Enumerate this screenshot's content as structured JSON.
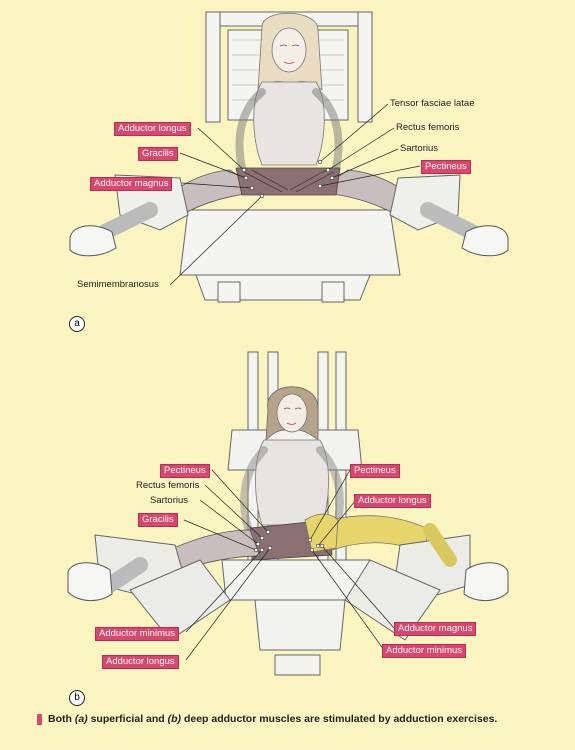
{
  "panel_a": {
    "marker": "a",
    "labels": {
      "adductor_longus": "Adductor longus",
      "gracilis": "Gracilis",
      "adductor_magnus": "Adductor magnus",
      "semimembranosus": "Semimembranosus",
      "tensor_fasciae_latae": "Tensor fasciae latae",
      "rectus_femoris": "Rectus femoris",
      "sartorius": "Sartorius",
      "pectineus": "Pectineus"
    }
  },
  "panel_b": {
    "marker": "b",
    "labels": {
      "pectineus_left": "Pectineus",
      "rectus_femoris": "Rectus femoris",
      "sartorius": "Sartorius",
      "gracilis": "Gracilis",
      "adductor_minimus_left": "Adductor minimus",
      "adductor_longus_left": "Adductor longus",
      "pectineus_right": "Pectineus",
      "adductor_longus_right": "Adductor longus",
      "adductor_magnus": "Adductor magnus",
      "adductor_minimus_right": "Adductor minimus"
    }
  },
  "caption": {
    "prefix": "Both ",
    "a_marker": "(a)",
    "middle": " superficial and ",
    "b_marker": "(b)",
    "suffix": " deep adductor muscles are stimulated by adduction exercises."
  },
  "colors": {
    "background": "#faf4c0",
    "highlight_label": "#d9476e",
    "deep_muscle_yellow": "#e6d56a"
  }
}
